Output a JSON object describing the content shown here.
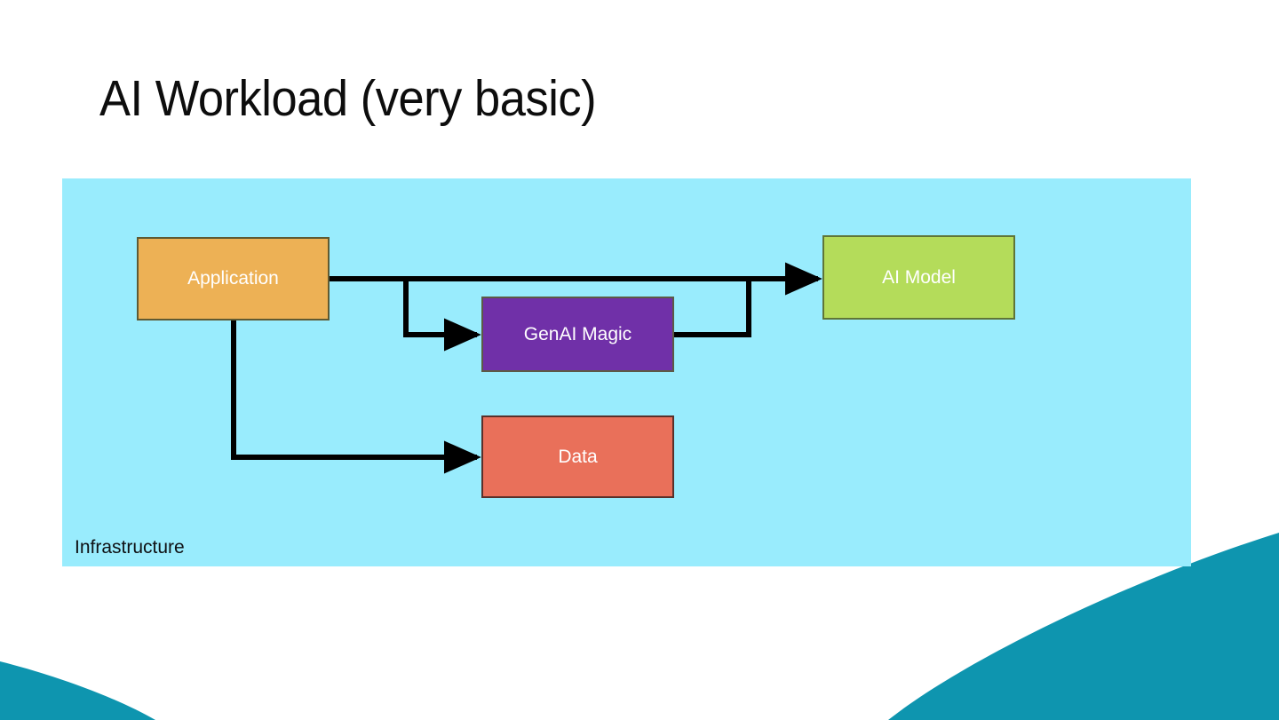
{
  "slide": {
    "title": "AI Workload (very basic)",
    "background_color": "#ffffff",
    "accent_color": "#0E95AF"
  },
  "diagram": {
    "panel": {
      "label": "Infrastructure",
      "fill_color": "#99ECFD"
    },
    "nodes": [
      {
        "id": "application",
        "label": "Application",
        "fill_color": "#EDB155",
        "border_color": "#5F5A33",
        "text_color": "#ffffff"
      },
      {
        "id": "genai-magic",
        "label": "GenAI Magic",
        "fill_color": "#7030A8",
        "border_color": "#5C5A46",
        "text_color": "#ffffff"
      },
      {
        "id": "data",
        "label": "Data",
        "fill_color": "#E9705A",
        "border_color": "#59302A",
        "text_color": "#ffffff"
      },
      {
        "id": "ai-model",
        "label": "AI Model",
        "fill_color": "#B4DC5A",
        "border_color": "#5F7538",
        "text_color": "#ffffff"
      }
    ],
    "connectors": [
      {
        "from": "application",
        "to": "ai-model",
        "style": "arrow"
      },
      {
        "from": "application",
        "to": "genai-magic",
        "style": "arrow"
      },
      {
        "from": "application",
        "to": "data",
        "style": "arrow"
      },
      {
        "from": "genai-magic",
        "to": "ai-model",
        "style": "arrow"
      }
    ],
    "connector_color": "#000000"
  }
}
